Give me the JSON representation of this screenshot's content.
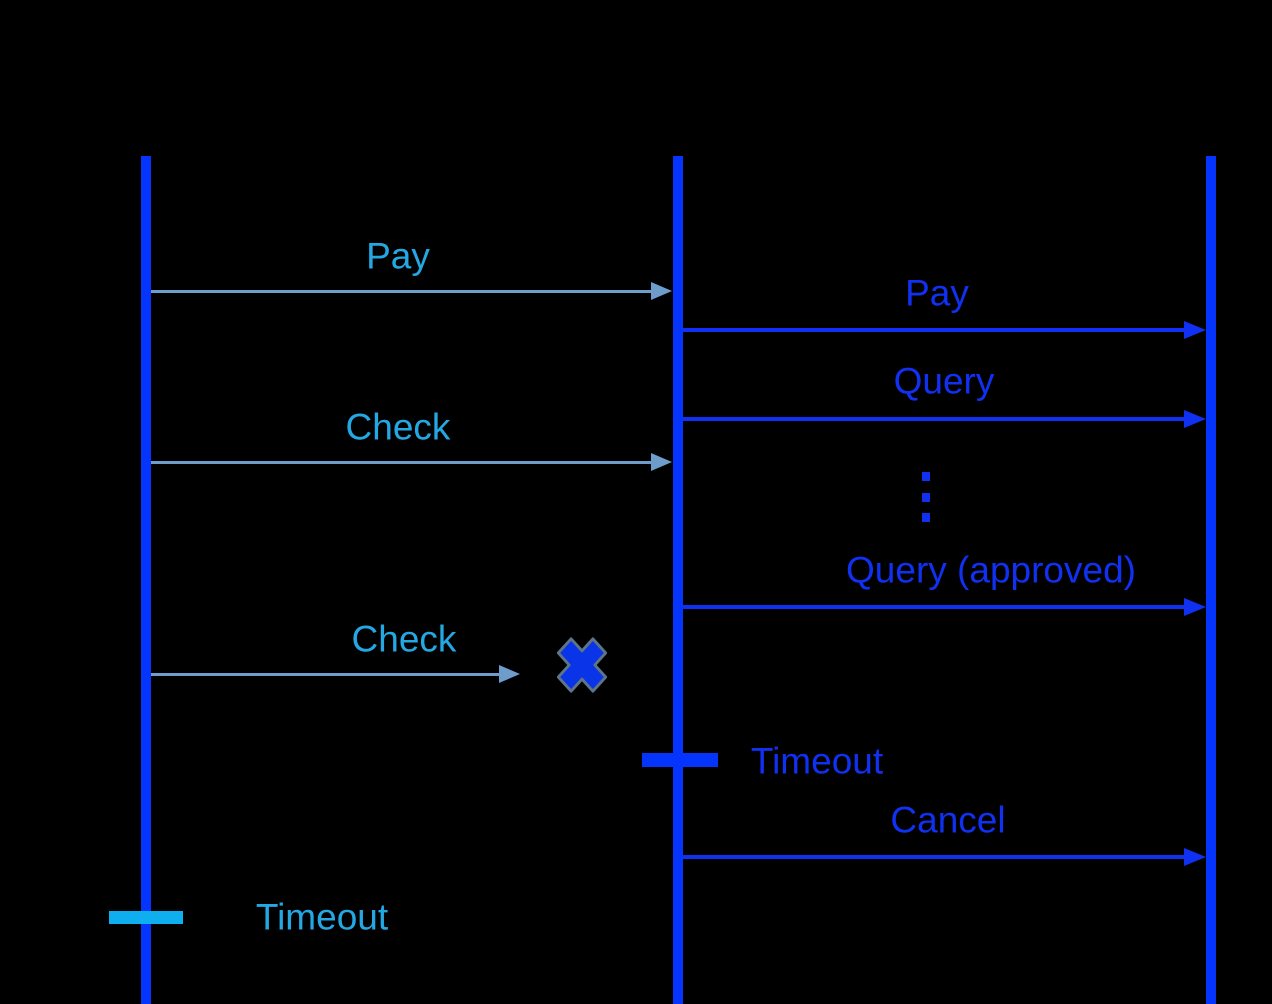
{
  "colors": {
    "bg": "#000000",
    "lifeline": "#0535fc",
    "blue": "#1030f2",
    "cyan": "#24a8e4",
    "steel": "#6e9ccb",
    "tick-cyan": "#0faeef",
    "x-fill": "#0a34e8",
    "x-stroke": "#5f7586"
  },
  "diagram": {
    "type": "sequence",
    "participant_count": 3,
    "messages": [
      {
        "label": "Pay",
        "from": "participant-1",
        "to": "participant-2",
        "style": "light"
      },
      {
        "label": "Pay",
        "from": "participant-2",
        "to": "participant-3",
        "style": "bright"
      },
      {
        "label": "Query",
        "from": "participant-2",
        "to": "participant-3",
        "style": "bright"
      },
      {
        "label": "Check",
        "from": "participant-1",
        "to": "participant-2",
        "style": "light"
      },
      {
        "label": "Query (approved)",
        "from": "participant-2",
        "to": "participant-3",
        "style": "bright"
      },
      {
        "label": "Check",
        "from": "participant-1",
        "to": "lost-message",
        "style": "light"
      },
      {
        "label": "Cancel",
        "from": "participant-2",
        "to": "participant-3",
        "style": "bright"
      }
    ],
    "timeouts": [
      {
        "label": "Timeout",
        "lifeline": 2,
        "style": "bright"
      },
      {
        "label": "Timeout",
        "lifeline": 1,
        "style": "cyan"
      }
    ],
    "icons": {
      "lost_message": "x-icon",
      "repetition": "vertical-ellipsis-icon"
    }
  }
}
